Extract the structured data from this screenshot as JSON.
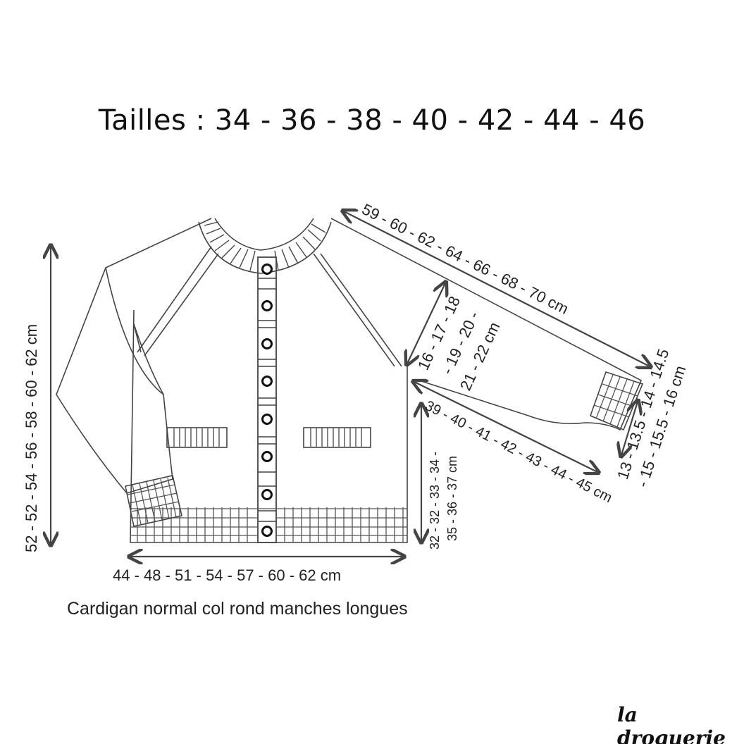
{
  "title": "Tailles : 34 - 36 - 38 - 40 - 42 - 44 - 46",
  "caption": "Cardigan normal col rond manches longues",
  "brand": "la droguerie",
  "measurements": {
    "length": "52 - 52 - 54 - 56 - 58 - 60 - 62 cm",
    "width": "44 - 48 - 51 - 54 - 57 - 60 - 62 cm",
    "sleeve_total": "59 - 60 - 62 - 64 - 66 - 68 - 70 cm",
    "armhole_line1": "16 - 17 - 18",
    "armhole_line2": "- 19 - 20 -",
    "armhole_line3": "21 - 22 cm",
    "side_line1": "32 - 32 - 33 - 34 -",
    "side_line2": "35 - 36 - 37 cm",
    "underarm": "39 - 40 - 41 - 42 - 43 - 44 - 45 cm",
    "cuff_line1": "13 - 13.5 - 14 - 14.5",
    "cuff_line2": "- 15 - 15.5 - 16 cm"
  },
  "colors": {
    "ink": "#444444",
    "text": "#222222"
  }
}
